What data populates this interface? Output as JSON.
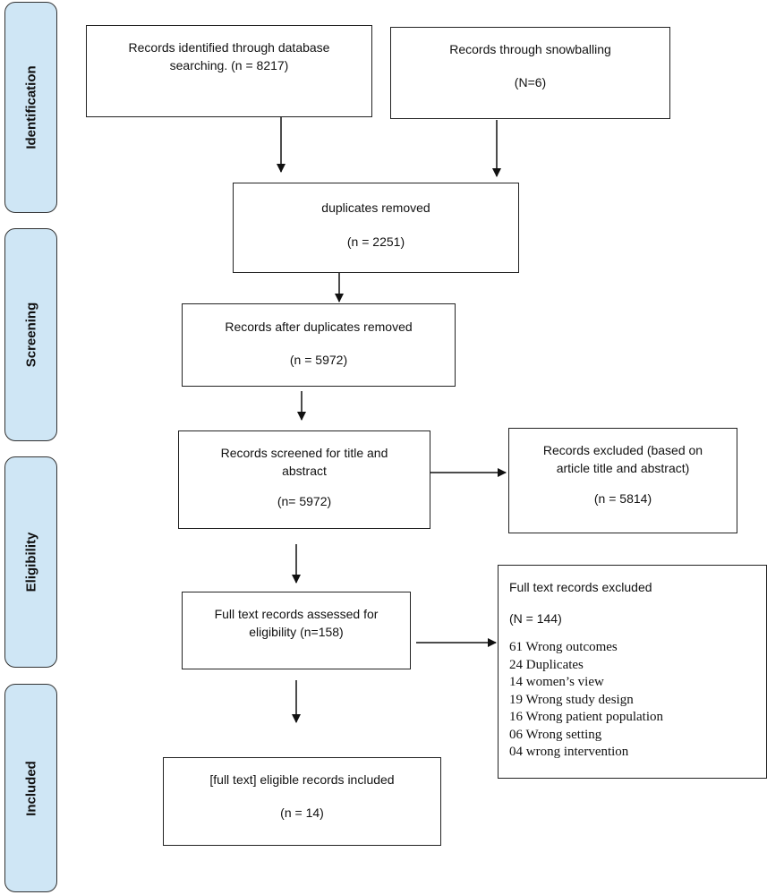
{
  "phases": [
    "Identification",
    "Screening",
    "Eligibility",
    "Included"
  ],
  "boxes": {
    "database": {
      "line1": "Records identified through database",
      "line2": "searching. (n = 8217)"
    },
    "snowballing": {
      "line1": "Records through snowballing",
      "line2": "(N=6)"
    },
    "duplicates": {
      "line1": "duplicates removed",
      "line2": "(n = 2251)"
    },
    "after_duplicates": {
      "line1": "Records after duplicates removed",
      "line2": "(n = 5972)"
    },
    "screened": {
      "line1": "Records screened for title and",
      "line2": "abstract",
      "line3": "(n= 5972)"
    },
    "excluded": {
      "line1": "Records excluded (based on",
      "line2": "article title and abstract)",
      "line3": "(n = 5814)"
    },
    "fulltext": {
      "line1": "Full text records assessed for",
      "line2": "eligibility (n=158)"
    },
    "fulltext_excluded": {
      "title": "Full text records excluded",
      "count": "(N = 144)",
      "reasons": [
        "61 Wrong outcomes",
        "24 Duplicates",
        "14 women’s view",
        "19 Wrong study design",
        "16 Wrong patient population",
        "06 Wrong setting",
        "04 wrong intervention"
      ]
    },
    "included": {
      "line1": "[full text] eligible records included",
      "line2": "(n = 14)"
    }
  }
}
